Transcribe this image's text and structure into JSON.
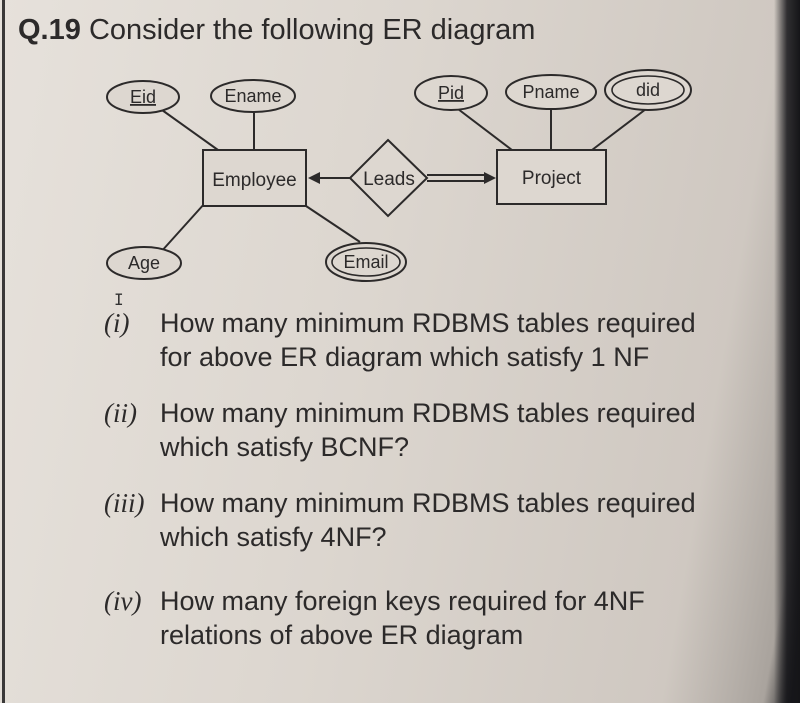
{
  "question": {
    "number": "Q.19",
    "title": "Consider the following ER diagram"
  },
  "er_diagram": {
    "entities": {
      "employee": "Employee",
      "project": "Project"
    },
    "relationship": "Leads",
    "attributes": {
      "eid": "Eid",
      "ename": "Ename",
      "age": "Age",
      "email": "Email",
      "pid": "Pid",
      "pname": "Pname",
      "did": "did"
    }
  },
  "sub_questions": [
    {
      "num": "(i)",
      "line1": "How many minimum RDBMS tables required",
      "line2": "for above ER diagram which satisfy 1 NF"
    },
    {
      "num": "(ii)",
      "line1": "How many minimum RDBMS tables required",
      "line2": "which satisfy BCNF?"
    },
    {
      "num": "(iii)",
      "line1": "How many minimum RDBMS tables required",
      "line2": "which satisfy 4NF?"
    },
    {
      "num": "(iv)",
      "line1": "How many foreign keys required for 4NF",
      "line2": "relations of above ER diagram"
    }
  ]
}
